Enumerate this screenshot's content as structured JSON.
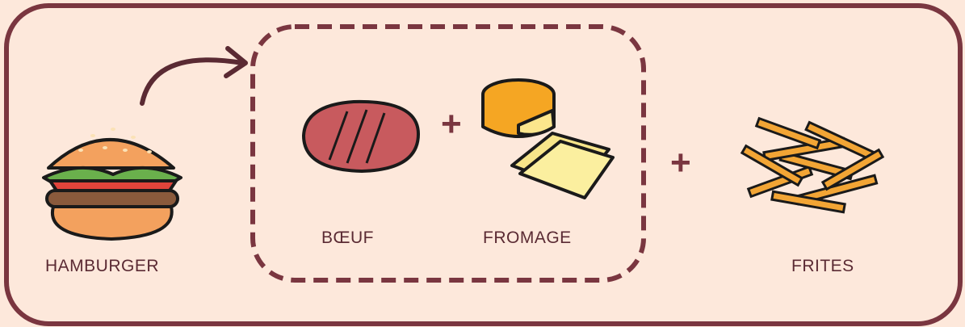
{
  "items": {
    "hamburger": "HAMBURGER",
    "beef": "BŒUF",
    "cheese": "FROMAGE",
    "fries": "FRITES"
  },
  "operators": {
    "plus": "+"
  },
  "colors": {
    "background": "#fde8db",
    "frame": "#7a3640",
    "text": "#5a2a33"
  },
  "icons": [
    "hamburger-icon",
    "arrow-icon",
    "beef-patty-icon",
    "cheese-icon",
    "fries-icon"
  ]
}
